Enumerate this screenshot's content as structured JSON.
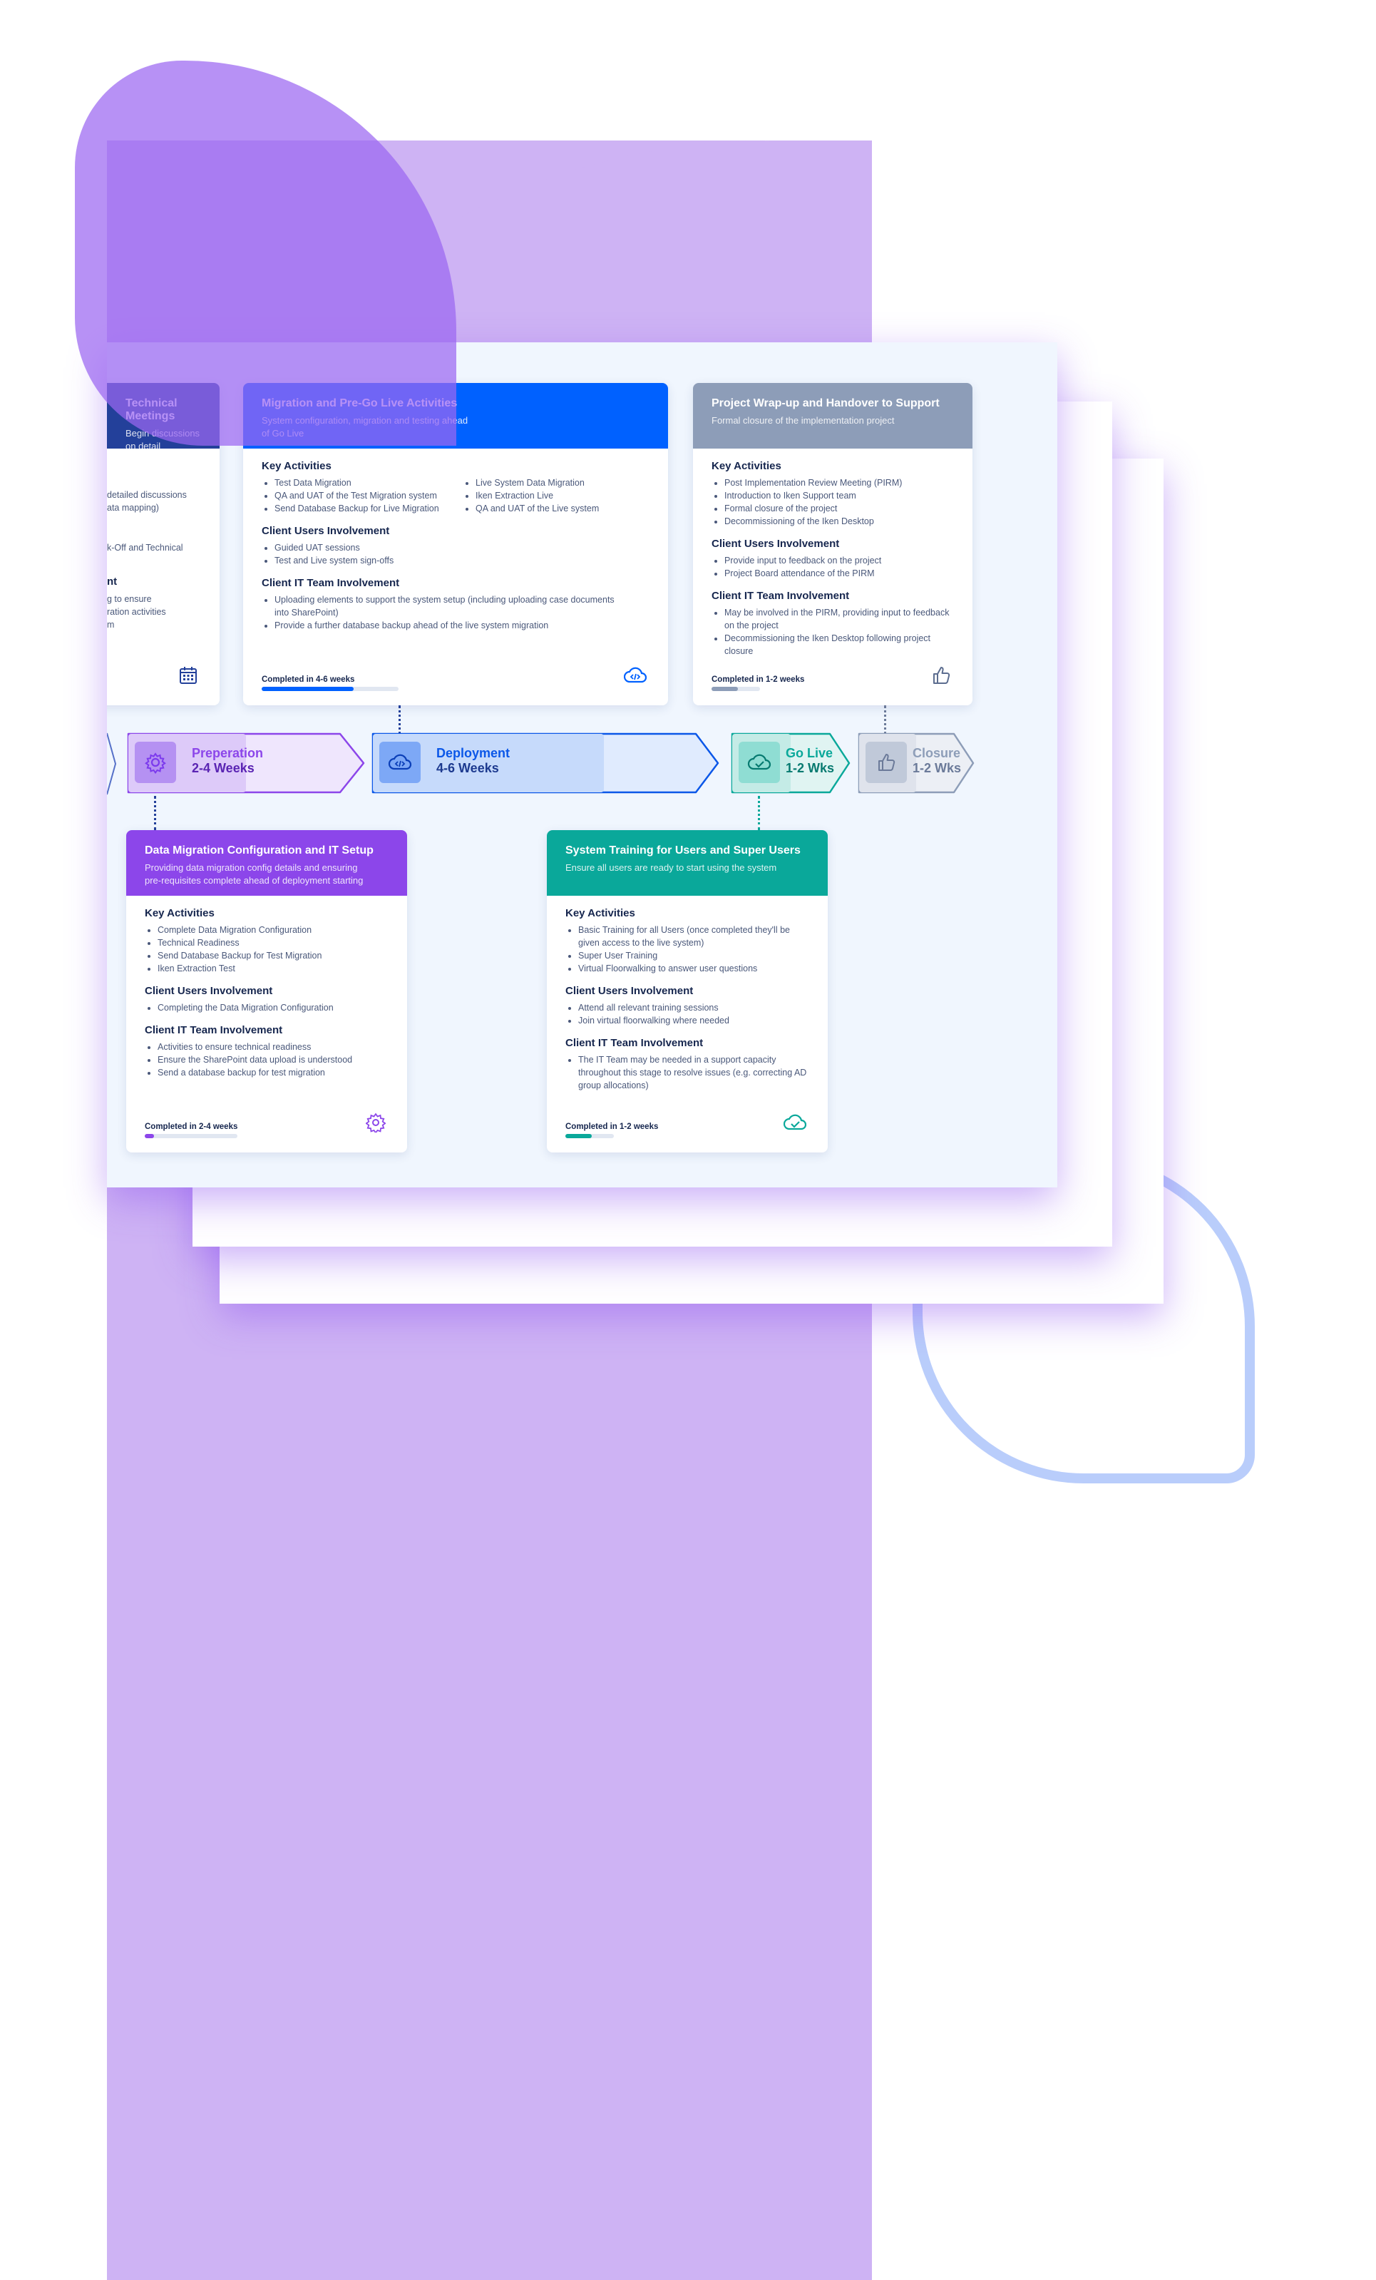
{
  "colors": {
    "purple": "#7c3aed",
    "blue": "#0061ff",
    "grey": "#8d9db8",
    "teal": "#0aa89a",
    "navy": "#23409a"
  },
  "cards": {
    "tech": {
      "title": "Technical Meetings",
      "sub": "Begin discussions on detail",
      "b1": "detailed discussions",
      "b2": "ata mapping)",
      "b3": "k-Off and Technical",
      "s3": "nt",
      "c1": "g to ensure",
      "c2": "ration activities",
      "c3": "m",
      "icon": "calendar-icon"
    },
    "migration": {
      "title": "Migration and Pre-Go Live Activities",
      "sub1": "System configuration, migration and testing ahead",
      "sub2": "of Go Live",
      "key_label": "Key Activities",
      "key_left": [
        "Test Data Migration",
        "QA and UAT of the Test Migration system",
        "Send Database Backup for Live Migration"
      ],
      "key_right": [
        "Live System Data Migration",
        "Iken Extraction Live",
        "QA and UAT of the Live system"
      ],
      "users_label": "Client Users Involvement",
      "users": [
        "Guided UAT sessions",
        "Test and Live system sign-offs"
      ],
      "it_label": "Client IT Team Involvement",
      "it": [
        "Uploading elements to support the system setup (including uploading case documents into SharePoint)",
        "Provide a further database backup ahead of the live system migration"
      ],
      "footer": "Completed in 4-6 weeks",
      "progress": 0.67,
      "icon": "cloud-code-icon"
    },
    "wrap": {
      "title": "Project Wrap-up and Handover to Support",
      "sub": "Formal closure of the implementation project",
      "key_label": "Key Activities",
      "key": [
        "Post Implementation Review Meeting (PIRM)",
        "Introduction to Iken Support team",
        "Formal closure of the project",
        "Decommissioning of the Iken Desktop"
      ],
      "users_label": "Client Users Involvement",
      "users": [
        "Provide input to feedback on the project",
        "Project Board attendance of the PIRM"
      ],
      "it_label": "Client IT Team Involvement",
      "it": [
        "May be involved in the PIRM, providing input to feedback on the project",
        "Decommissioning the Iken Desktop following project closure"
      ],
      "footer": "Completed in 1-2 weeks",
      "progress": 0.55,
      "icon": "thumbs-up-icon"
    },
    "datamig": {
      "title": "Data Migration Configuration and IT Setup",
      "sub1": "Providing data migration config details and ensuring",
      "sub2": "pre-requisites complete ahead of deployment starting",
      "key_label": "Key Activities",
      "key": [
        "Complete Data Migration Configuration",
        "Technical Readiness",
        "Send Database Backup for Test Migration",
        "Iken Extraction Test"
      ],
      "users_label": "Client Users Involvement",
      "users": [
        "Completing the Data Migration Configuration"
      ],
      "it_label": "Client IT Team Involvement",
      "it": [
        "Activities to ensure technical readiness",
        "Ensure the SharePoint data upload is understood",
        "Send a database backup for test migration"
      ],
      "footer": "Completed in 2-4 weeks",
      "progress": 0.1,
      "icon": "gear-icon"
    },
    "training": {
      "title": "System Training for Users and Super Users",
      "sub": "Ensure all users are ready to start using the system",
      "key_label": "Key Activities",
      "key": [
        "Basic Training for all Users (once completed they'll be given access to the live system)",
        "Super User Training",
        "Virtual Floorwalking to answer user questions"
      ],
      "users_label": "Client Users Involvement",
      "users": [
        "Attend all relevant training sessions",
        "Join virtual floorwalking where needed"
      ],
      "it_label": "Client IT Team Involvement",
      "it": [
        "The IT Team may be needed in a support capacity throughout this stage to resolve issues (e.g. correcting AD group allocations)"
      ],
      "footer": "Completed in 1-2 weeks",
      "progress": 0.55,
      "icon": "check-cloud-icon"
    }
  },
  "phases": {
    "prep": {
      "name": "Preperation",
      "dur": "2-4 Weeks",
      "progress": 0.5
    },
    "deploy": {
      "name": "Deployment",
      "dur": "4-6 Weeks",
      "progress": 0.67
    },
    "golive": {
      "name": "Go Live",
      "dur": "1-2 Wks",
      "progress": 0.5
    },
    "closure": {
      "name": "Closure",
      "dur": "1-2 Wks",
      "progress": 0.5
    }
  }
}
